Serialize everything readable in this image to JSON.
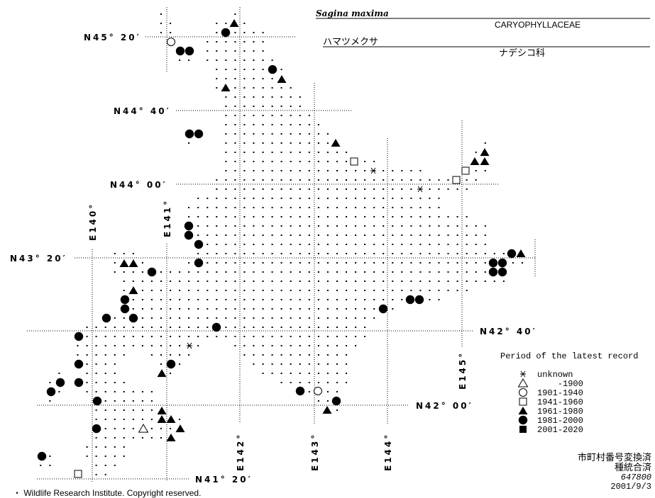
{
  "header": {
    "scientific_name": "Sagina maxima",
    "family_latin": "CARYOPHYLLACEAE",
    "japanese_name": "ハマツメクサ",
    "family_japanese": "ナデシコ科"
  },
  "coordinates": {
    "lat_labels": [
      "N45° 20′",
      "N44° 40′",
      "N44° 00′",
      "N43° 20′",
      "N42° 40′",
      "N42° 00′",
      "N41° 20′"
    ],
    "lon_labels": [
      "E140°",
      "E141°",
      "E142°",
      "E143°",
      "E144°",
      "E145°"
    ]
  },
  "legend": {
    "title": "Period of the latest record",
    "items": [
      {
        "code": "u",
        "symbol": "asterisk",
        "label": "unknown"
      },
      {
        "code": "p1900",
        "symbol": "open-triangle",
        "label": "    -1900"
      },
      {
        "code": "p1940",
        "symbol": "open-circle",
        "label": "1901-1940"
      },
      {
        "code": "p1960",
        "symbol": "open-square",
        "label": "1941-1960"
      },
      {
        "code": "p1980",
        "symbol": "filled-triangle",
        "label": "1961-1980"
      },
      {
        "code": "p2000",
        "symbol": "filled-circle",
        "label": "1981-2000"
      },
      {
        "code": "p2020",
        "symbol": "filled-square",
        "label": "2001-2020"
      }
    ]
  },
  "notes": {
    "line1": "市町村番号変換済",
    "line2": "種統合済",
    "code": "647800",
    "date": "2001/9/3"
  },
  "copyright": "・ Wildlife Research Institute. Copyright reserved.",
  "records": [
    {
      "period": "p1980",
      "lon": 141.923,
      "lat": 45.455
    },
    {
      "period": "p1980",
      "lon": 142.567,
      "lat": 44.949
    },
    {
      "period": "p1980",
      "lon": 141.808,
      "lat": 44.872
    },
    {
      "period": "p1980",
      "lon": 143.298,
      "lat": 44.372
    },
    {
      "period": "p1980",
      "lon": 145.317,
      "lat": 44.288
    },
    {
      "period": "p1980",
      "lon": 145.183,
      "lat": 44.205
    },
    {
      "period": "p1980",
      "lon": 145.317,
      "lat": 44.205
    },
    {
      "period": "p1980",
      "lon": 145.808,
      "lat": 43.372
    },
    {
      "period": "p1980",
      "lon": 140.433,
      "lat": 43.282
    },
    {
      "period": "p1980",
      "lon": 140.558,
      "lat": 43.282
    },
    {
      "period": "p1980",
      "lon": 140.558,
      "lat": 43.038
    },
    {
      "period": "p1980",
      "lon": 140.942,
      "lat": 42.288
    },
    {
      "period": "p1980",
      "lon": 140.942,
      "lat": 41.949
    },
    {
      "period": "p1980",
      "lon": 140.942,
      "lat": 41.872
    },
    {
      "period": "p1980",
      "lon": 141.067,
      "lat": 41.872
    },
    {
      "period": "p1980",
      "lon": 141.192,
      "lat": 41.788
    },
    {
      "period": "p1980",
      "lon": 141.067,
      "lat": 41.705
    },
    {
      "period": "p1980",
      "lon": 143.183,
      "lat": 41.955
    },
    {
      "period": "p2000",
      "lon": 141.808,
      "lat": 45.372
    },
    {
      "period": "p2000",
      "lon": 141.192,
      "lat": 45.205
    },
    {
      "period": "p2000",
      "lon": 141.317,
      "lat": 45.205
    },
    {
      "period": "p2000",
      "lon": 142.442,
      "lat": 45.038
    },
    {
      "period": "p2000",
      "lon": 141.317,
      "lat": 44.455
    },
    {
      "period": "p2000",
      "lon": 141.442,
      "lat": 44.455
    },
    {
      "period": "p2000",
      "lon": 141.308,
      "lat": 43.622
    },
    {
      "period": "p2000",
      "lon": 141.308,
      "lat": 43.538
    },
    {
      "period": "p2000",
      "lon": 141.442,
      "lat": 43.455
    },
    {
      "period": "p2000",
      "lon": 141.442,
      "lat": 43.288
    },
    {
      "period": "p2000",
      "lon": 140.808,
      "lat": 43.205
    },
    {
      "period": "p2000",
      "lon": 145.683,
      "lat": 43.372
    },
    {
      "period": "p2000",
      "lon": 145.433,
      "lat": 43.288
    },
    {
      "period": "p2000",
      "lon": 145.558,
      "lat": 43.288
    },
    {
      "period": "p2000",
      "lon": 145.433,
      "lat": 43.205
    },
    {
      "period": "p2000",
      "lon": 145.558,
      "lat": 43.205
    },
    {
      "period": "p2000",
      "lon": 140.442,
      "lat": 42.955
    },
    {
      "period": "p2000",
      "lon": 140.442,
      "lat": 42.872
    },
    {
      "period": "p2000",
      "lon": 140.192,
      "lat": 42.788
    },
    {
      "period": "p2000",
      "lon": 140.558,
      "lat": 42.788
    },
    {
      "period": "p2000",
      "lon": 141.683,
      "lat": 42.705
    },
    {
      "period": "p2000",
      "lon": 143.942,
      "lat": 42.872
    },
    {
      "period": "p2000",
      "lon": 144.308,
      "lat": 42.955
    },
    {
      "period": "p2000",
      "lon": 144.433,
      "lat": 42.955
    },
    {
      "period": "p2000",
      "lon": 139.817,
      "lat": 42.622
    },
    {
      "period": "p2000",
      "lon": 139.817,
      "lat": 42.372
    },
    {
      "period": "p2000",
      "lon": 141.067,
      "lat": 42.372
    },
    {
      "period": "p2000",
      "lon": 139.567,
      "lat": 42.205
    },
    {
      "period": "p2000",
      "lon": 139.817,
      "lat": 42.205
    },
    {
      "period": "p2000",
      "lon": 139.442,
      "lat": 42.122
    },
    {
      "period": "p2000",
      "lon": 140.067,
      "lat": 42.038
    },
    {
      "period": "p2000",
      "lon": 142.817,
      "lat": 42.128
    },
    {
      "period": "p2000",
      "lon": 143.308,
      "lat": 42.038
    },
    {
      "period": "p2000",
      "lon": 140.058,
      "lat": 41.788
    },
    {
      "period": "p2000",
      "lon": 139.317,
      "lat": 41.538
    },
    {
      "period": "p1940",
      "lon": 141.067,
      "lat": 45.288
    },
    {
      "period": "p1940",
      "lon": 143.058,
      "lat": 42.128
    },
    {
      "period": "p1960",
      "lon": 143.548,
      "lat": 44.205
    },
    {
      "period": "p1960",
      "lon": 145.058,
      "lat": 44.122
    },
    {
      "period": "p1960",
      "lon": 144.933,
      "lat": 44.038
    },
    {
      "period": "p1960",
      "lon": 139.808,
      "lat": 41.378
    },
    {
      "period": "u",
      "lon": 143.808,
      "lat": 44.122
    },
    {
      "period": "u",
      "lon": 144.442,
      "lat": 43.955
    },
    {
      "period": "u",
      "lon": 141.317,
      "lat": 42.538
    },
    {
      "period": "p1900",
      "lon": 140.692,
      "lat": 41.788
    }
  ]
}
